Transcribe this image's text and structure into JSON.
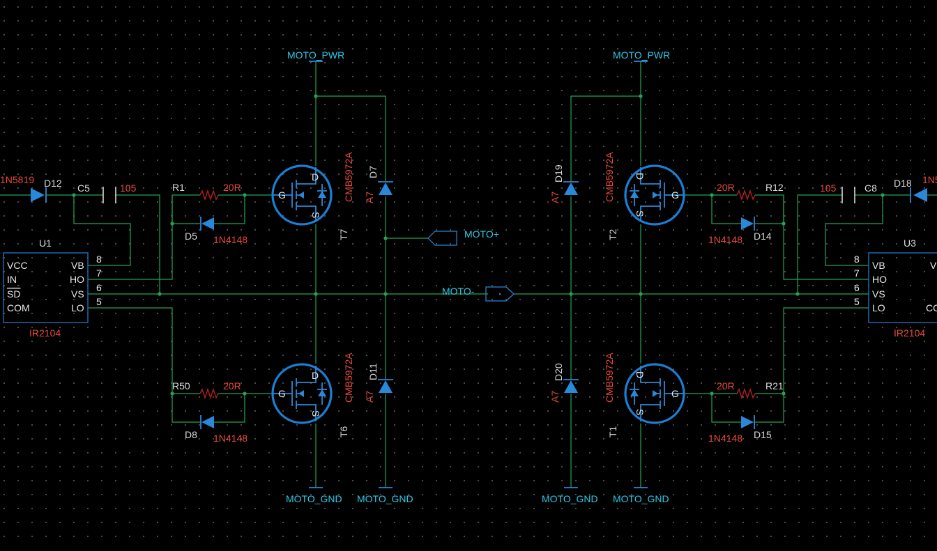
{
  "colors": {
    "background": "#000000",
    "wire": "#23a455",
    "symbol": "#1a7fd6",
    "net_label": "#30c8e8",
    "value": "#e84a3c",
    "designator": "#d8d8d8"
  },
  "nets": {
    "moto_pwr": "MOTO_PWR",
    "moto_gnd": "MOTO_GND",
    "moto_plus": "MOTO+",
    "moto_minus": "MOTO-"
  },
  "ic_left": {
    "designator": "U1",
    "value": "IR2104",
    "pins_left": [
      "VCC",
      "IN",
      "SD",
      "COM"
    ],
    "pins_right": [
      "VB",
      "HO",
      "VS",
      "LO"
    ],
    "pin_numbers": [
      "8",
      "7",
      "6",
      "5"
    ]
  },
  "ic_right": {
    "designator": "U3",
    "value": "IR2104",
    "pins_left": [
      "VB",
      "HO",
      "VS",
      "LO"
    ],
    "pins_right_partial": [
      "V",
      "",
      "",
      "CO"
    ],
    "pin_numbers": [
      "8",
      "7",
      "6",
      "5"
    ]
  },
  "mosfets": {
    "t7": {
      "designator": "T7",
      "value": "CMB5972A"
    },
    "t6": {
      "designator": "T6",
      "value": "CMB5972A"
    },
    "t2": {
      "designator": "T2",
      "value": "CMB5972A"
    },
    "t1": {
      "designator": "T1",
      "value": "CMB5972A"
    },
    "gate": "G",
    "drain": "D",
    "source": "S"
  },
  "diodes": {
    "d12": {
      "designator": "D12",
      "value": "1N5819"
    },
    "d18": {
      "designator": "D18",
      "value": "1N5"
    },
    "d5": {
      "designator": "D5",
      "value": "1N4148"
    },
    "d8": {
      "designator": "D8",
      "value": "1N4148"
    },
    "d14": {
      "designator": "D14",
      "value": "1N4148"
    },
    "d15": {
      "designator": "D15",
      "value": "1N4148"
    },
    "d7": {
      "designator": "D7",
      "value": "A7"
    },
    "d11": {
      "designator": "D11",
      "value": "A7"
    },
    "d19": {
      "designator": "D19",
      "value": "A7"
    },
    "d20": {
      "designator": "D20",
      "value": "A7"
    }
  },
  "resistors": {
    "r1": {
      "designator": "R1",
      "value": "20R"
    },
    "r50": {
      "designator": "R50",
      "value": "20R"
    },
    "r12": {
      "designator": "R12",
      "value": "20R"
    },
    "r21": {
      "designator": "R21",
      "value": "20R"
    }
  },
  "capacitors": {
    "c5": {
      "designator": "C5",
      "value": "105"
    },
    "c8": {
      "designator": "C8",
      "value": "105"
    }
  }
}
